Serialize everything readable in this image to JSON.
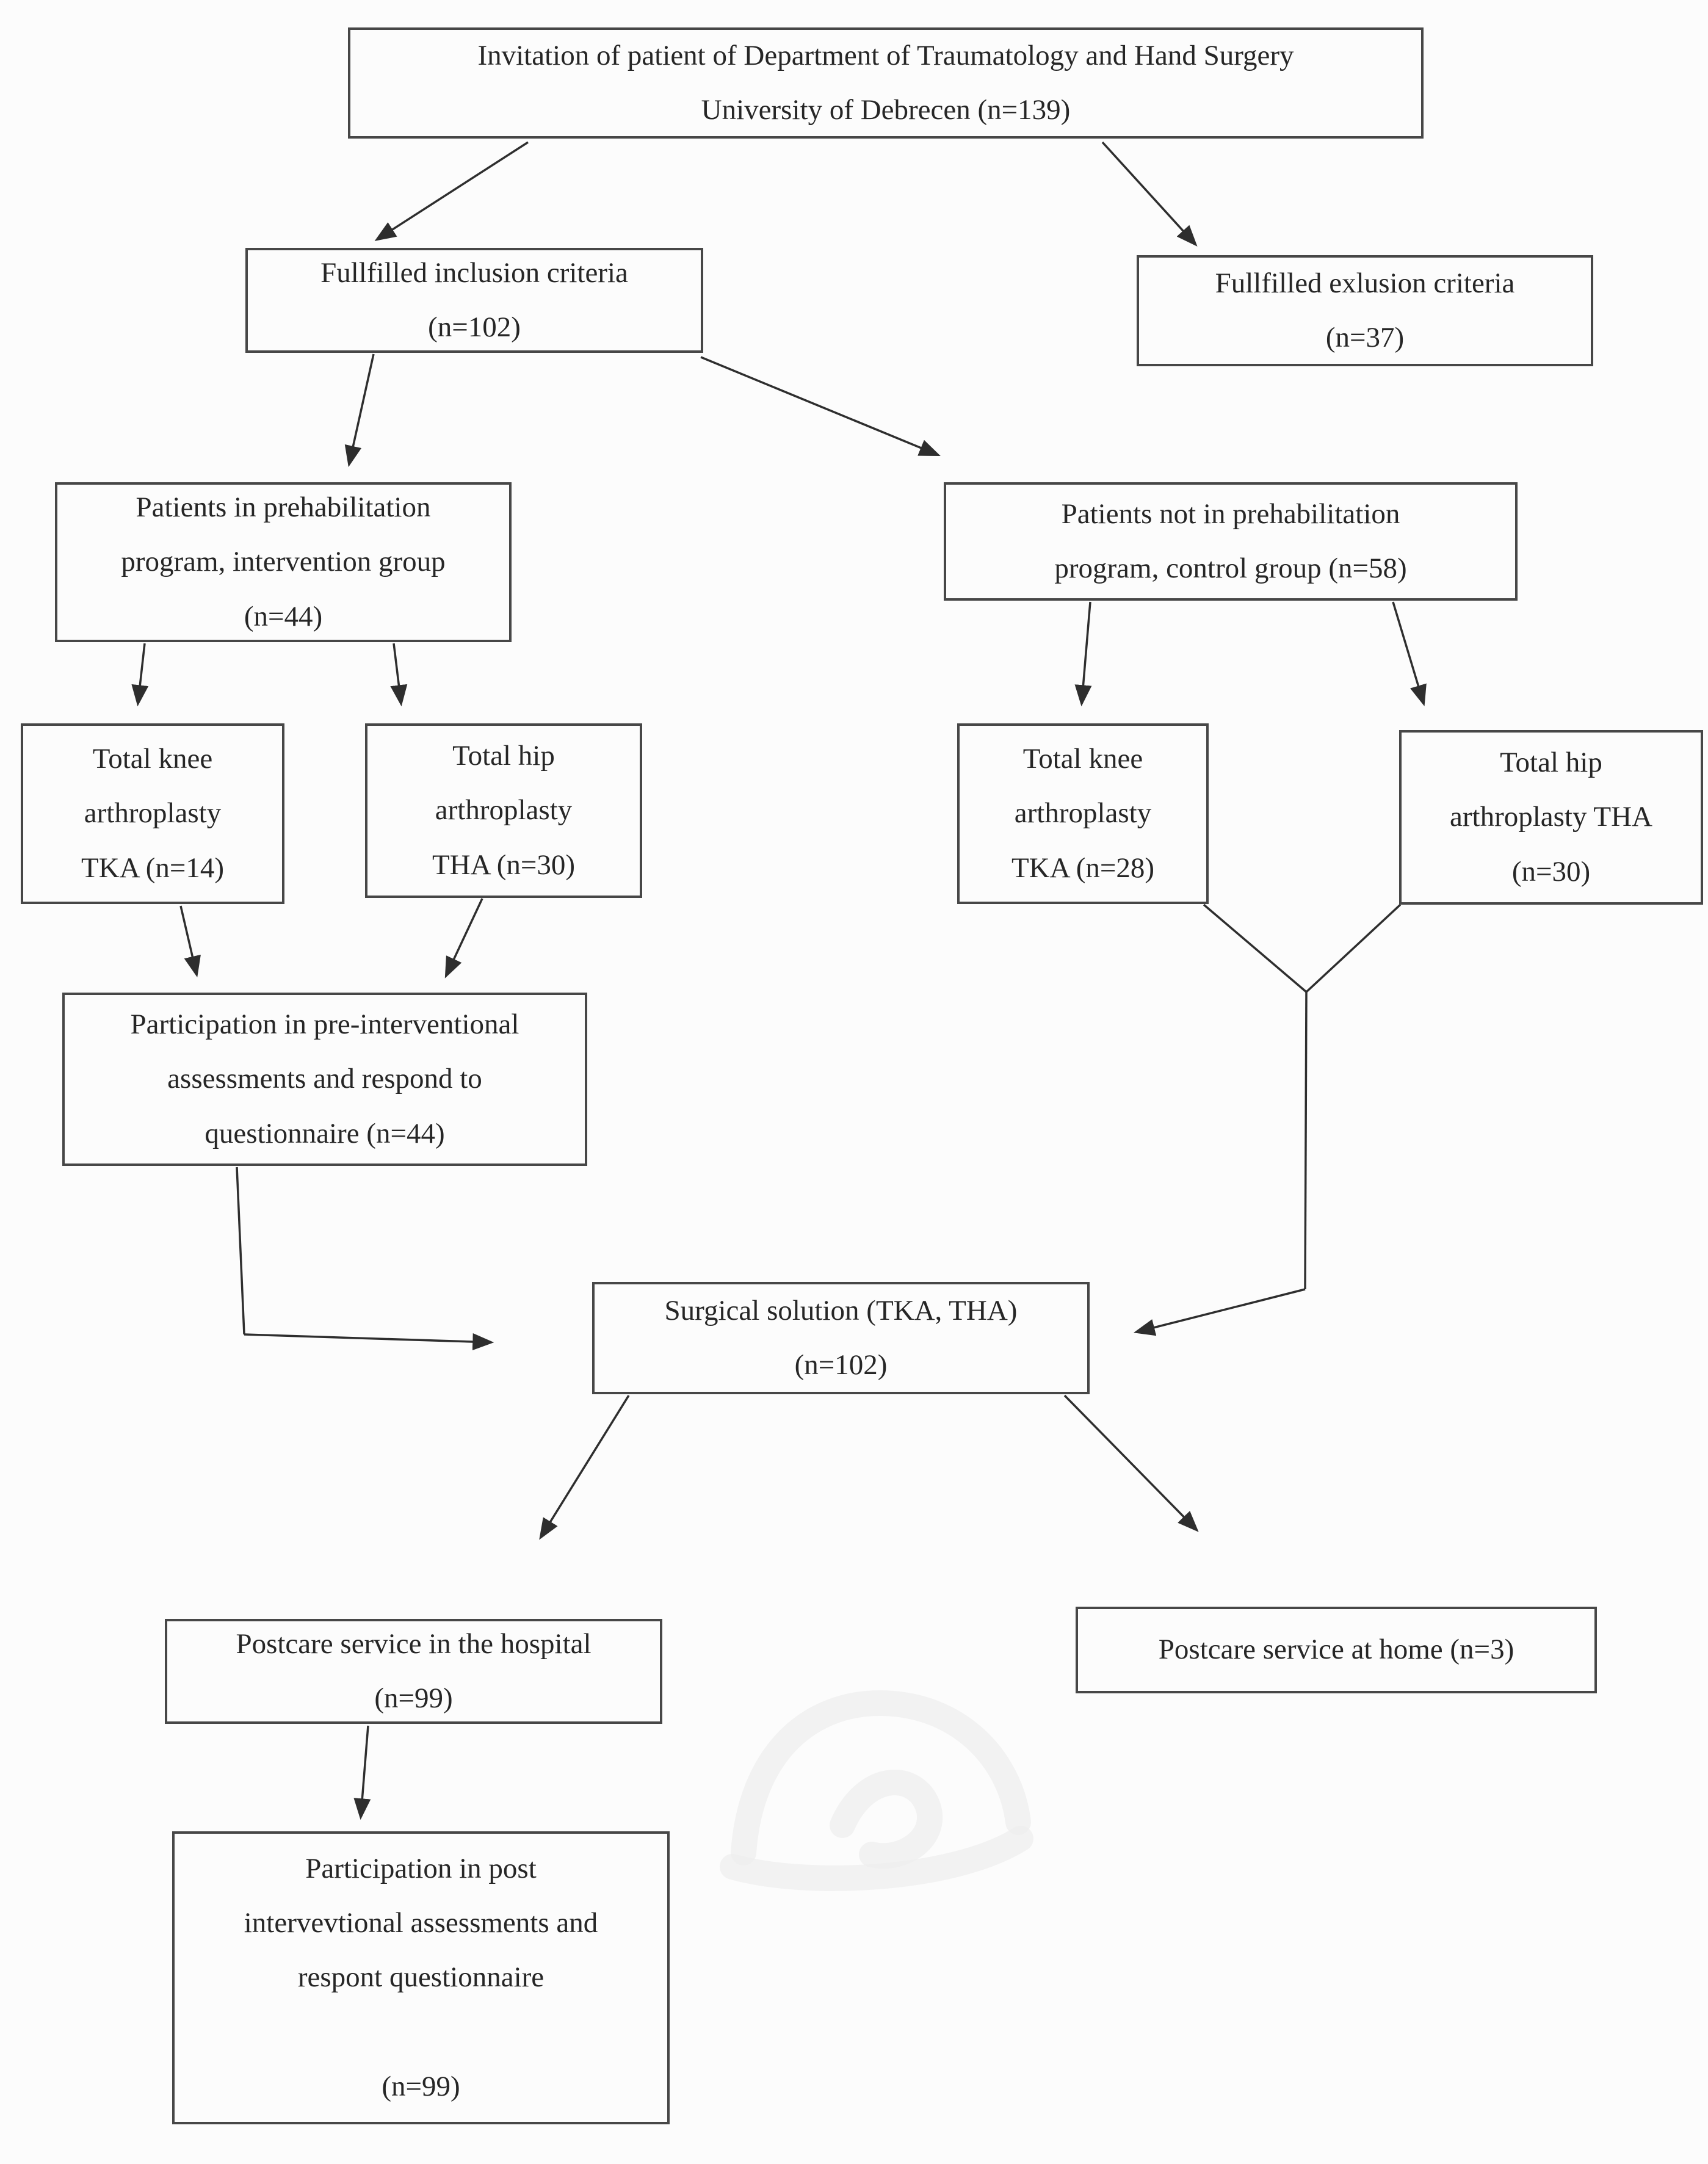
{
  "figure": {
    "kind": "patient-flow-diagram"
  },
  "colors": {
    "background": "#fcfcfc",
    "border": "#474747",
    "text": "#262626",
    "arrow": "#2e2e2e",
    "watermark": "#ececec"
  },
  "nodes": {
    "invitation": {
      "text": "Invitation of patient of Department of Traumatology and Hand Surgery\nUniversity of Debrecen (n=139)",
      "n": 139
    },
    "inclusion": {
      "text": "Fullfilled inclusion criteria\n(n=102)",
      "n": 102
    },
    "exclusion": {
      "text": "Fullfilled exlusion criteria\n(n=37)",
      "n": 37
    },
    "intervention": {
      "text": "Patients in prehabilitation\nprogram, intervention group\n(n=44)",
      "n": 44
    },
    "control": {
      "text": "Patients not in prehabilitation\nprogram, control group (n=58)",
      "n": 58
    },
    "tka_intervention": {
      "text": "Total knee\narthroplasty\nTKA (n=14)",
      "n": 14
    },
    "tha_intervention": {
      "text": "Total hip\narthroplasty\nTHA (n=30)",
      "n": 30
    },
    "tka_control": {
      "text": "Total knee\narthroplasty\nTKA (n=28)",
      "n": 28
    },
    "tha_control": {
      "text": "Total hip\narthroplasty THA\n(n=30)",
      "n": 30
    },
    "pre_assessment": {
      "text": "Participation in pre-interventional\nassessments and respond to\nquestionnaire (n=44)",
      "n": 44
    },
    "surgical": {
      "text": "Surgical solution (TKA, THA)\n(n=102)",
      "n": 102
    },
    "postcare_hospital": {
      "text": "Postcare service in the hospital\n(n=99)",
      "n": 99
    },
    "postcare_home": {
      "text": "Postcare service at home (n=3)",
      "n": 3
    },
    "post_assessment": {
      "text": "Participation in post\nintervevtional assessments and\nrespont questionnaire\n\n(n=99)",
      "n": 99
    }
  },
  "edges": [
    {
      "from": "invitation",
      "to": "inclusion"
    },
    {
      "from": "invitation",
      "to": "exclusion"
    },
    {
      "from": "inclusion",
      "to": "intervention"
    },
    {
      "from": "inclusion",
      "to": "control"
    },
    {
      "from": "intervention",
      "to": "tka_intervention"
    },
    {
      "from": "intervention",
      "to": "tha_intervention"
    },
    {
      "from": "control",
      "to": "tka_control"
    },
    {
      "from": "control",
      "to": "tha_control"
    },
    {
      "from": "tka_intervention",
      "to": "pre_assessment"
    },
    {
      "from": "tha_intervention",
      "to": "pre_assessment"
    },
    {
      "from": "tka_control",
      "to": "surgical"
    },
    {
      "from": "tha_control",
      "to": "surgical"
    },
    {
      "from": "pre_assessment",
      "to": "surgical"
    },
    {
      "from": "surgical",
      "to": "postcare_hospital"
    },
    {
      "from": "surgical",
      "to": "postcare_home"
    },
    {
      "from": "postcare_hospital",
      "to": "post_assessment"
    }
  ]
}
